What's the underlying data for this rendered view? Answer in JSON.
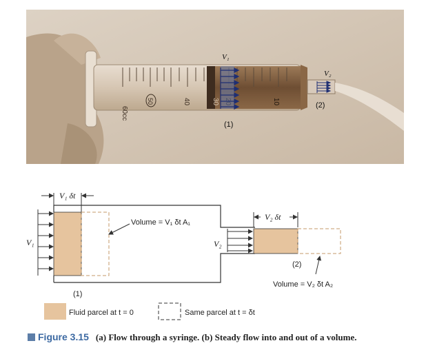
{
  "photo": {
    "scale_labels": [
      "60cc",
      "50",
      "40",
      "30",
      "20",
      "10"
    ],
    "v1_label": "V₁",
    "v2_label": "V₂",
    "sec1_label": "(1)",
    "sec2_label": "(2)"
  },
  "diagram": {
    "v1_dt_label": "V₁ δt",
    "v2_dt_label": "V₂ δt",
    "volume1_label": "Volume = V₁ δt A₁",
    "volume2_label": "Volume = V₂ δt A₂",
    "v1_label": "V₁",
    "v2_label": "V₂",
    "sec1_label": "(1)",
    "sec2_label": "(2)",
    "legend_fluid": "Fluid parcel at t = 0",
    "legend_same": "Same parcel at t = δt",
    "colors": {
      "parcel": "#e6c49e",
      "line": "#333333"
    }
  },
  "caption": {
    "figure_label": "Figure 3.15",
    "text": "(a) Flow through a syringe. (b) Steady flow into and out of a volume."
  }
}
